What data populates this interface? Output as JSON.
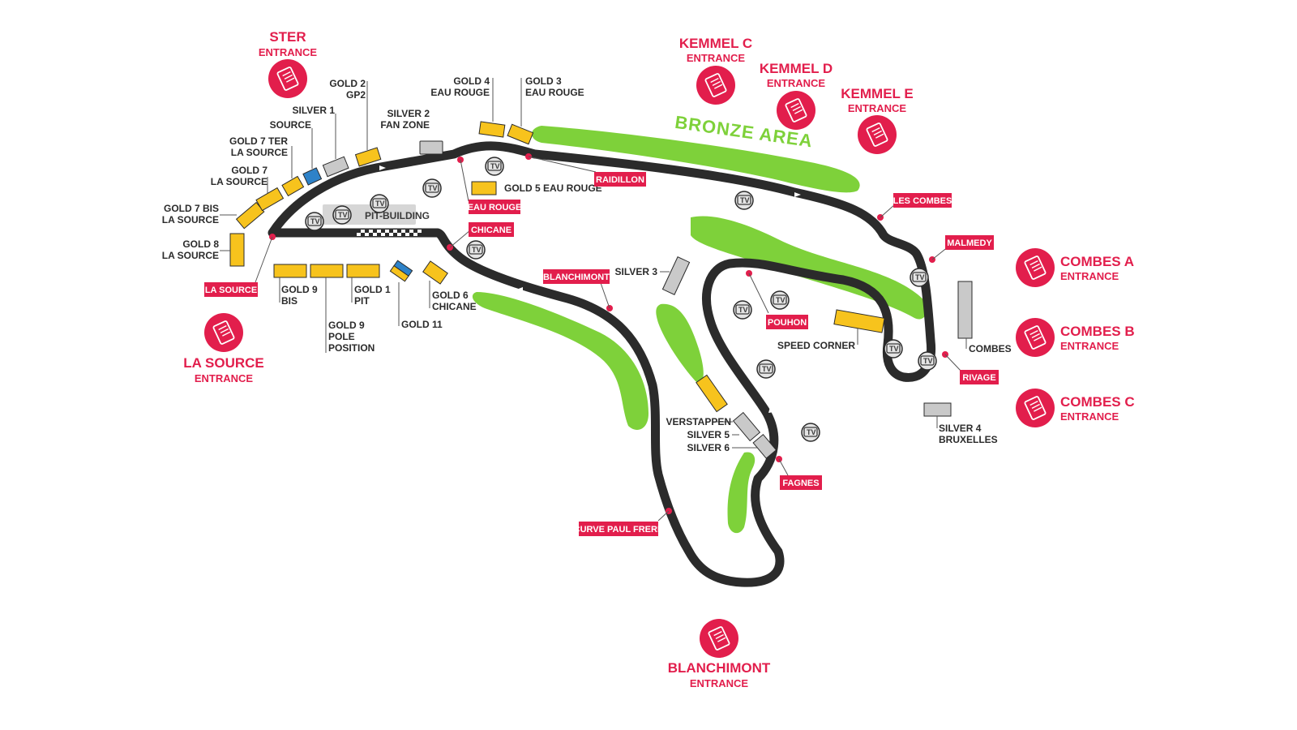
{
  "colors": {
    "track": "#2b2b2b",
    "gold": "#f7c31d",
    "silver": "#c9c9c9",
    "source_blue": "#2e82c8",
    "green": "#7ed13a",
    "accent": "#e21e4c",
    "tv_fill": "#e4e4e4",
    "pit_building": "#d6d6d6"
  },
  "bronze_area": "BRONZE AREA",
  "pit_building": "PIT-BUILDING",
  "tv_label": "TV",
  "entrances": [
    {
      "id": "ster",
      "name": "STER",
      "sub": "ENTRANCE",
      "icon": "ticket-icon"
    },
    {
      "id": "la-source",
      "name": "LA SOURCE",
      "sub": "ENTRANCE",
      "icon": "ticket-icon"
    },
    {
      "id": "kemmel-c",
      "name": "KEMMEL C",
      "sub": "ENTRANCE",
      "icon": "ticket-icon"
    },
    {
      "id": "kemmel-d",
      "name": "KEMMEL D",
      "sub": "ENTRANCE",
      "icon": "ticket-icon"
    },
    {
      "id": "kemmel-e",
      "name": "KEMMEL E",
      "sub": "ENTRANCE",
      "icon": "ticket-icon"
    },
    {
      "id": "combes-a",
      "name": "COMBES A",
      "sub": "ENTRANCE",
      "icon": "ticket-icon"
    },
    {
      "id": "combes-b",
      "name": "COMBES B",
      "sub": "ENTRANCE",
      "icon": "ticket-icon"
    },
    {
      "id": "combes-c",
      "name": "COMBES C",
      "sub": "ENTRANCE",
      "icon": "ticket-icon"
    },
    {
      "id": "blanchimont",
      "name": "BLANCHIMONT",
      "sub": "ENTRANCE",
      "icon": "ticket-icon"
    }
  ],
  "corners": [
    {
      "id": "la-source",
      "label": "LA SOURCE"
    },
    {
      "id": "eau-rouge",
      "label": "EAU ROUGE"
    },
    {
      "id": "raidillon",
      "label": "RAIDILLON"
    },
    {
      "id": "chicane",
      "label": "CHICANE"
    },
    {
      "id": "blanchimont",
      "label": "BLANCHIMONT"
    },
    {
      "id": "les-combes",
      "label": "LES COMBES"
    },
    {
      "id": "malmedy",
      "label": "MALMEDY"
    },
    {
      "id": "pouhon",
      "label": "POUHON"
    },
    {
      "id": "rivage",
      "label": "RIVAGE"
    },
    {
      "id": "fagnes",
      "label": "FAGNES"
    },
    {
      "id": "curve-paul-frere",
      "label": "CURVE PAUL FRERE"
    }
  ],
  "grandstands": [
    {
      "id": "gold-8",
      "type": "gold",
      "lines": [
        "GOLD 8",
        "LA SOURCE"
      ]
    },
    {
      "id": "gold-7-bis",
      "type": "gold",
      "lines": [
        "GOLD 7 BIS",
        "LA SOURCE"
      ]
    },
    {
      "id": "gold-7",
      "type": "gold",
      "lines": [
        "GOLD 7",
        "LA SOURCE"
      ]
    },
    {
      "id": "gold-7-ter",
      "type": "gold",
      "lines": [
        "GOLD 7 TER",
        "LA SOURCE"
      ]
    },
    {
      "id": "source",
      "type": "blue",
      "lines": [
        "SOURCE"
      ]
    },
    {
      "id": "silver-1",
      "type": "silver",
      "lines": [
        "SILVER  1"
      ]
    },
    {
      "id": "gold-2",
      "type": "gold",
      "lines": [
        "GOLD  2",
        "GP2"
      ]
    },
    {
      "id": "silver-2",
      "type": "silver",
      "lines": [
        "SILVER 2",
        "FAN ZONE"
      ]
    },
    {
      "id": "gold-4",
      "type": "gold",
      "lines": [
        "GOLD 4",
        "EAU ROUGE"
      ]
    },
    {
      "id": "gold-3",
      "type": "gold",
      "lines": [
        "GOLD  3",
        "EAU ROUGE"
      ]
    },
    {
      "id": "gold-5",
      "type": "gold",
      "lines": [
        "GOLD 5 EAU ROUGE"
      ]
    },
    {
      "id": "gold-9-bis",
      "type": "gold",
      "lines": [
        "GOLD 9",
        "BIS"
      ]
    },
    {
      "id": "gold-9-pole",
      "type": "gold",
      "lines": [
        "GOLD 9",
        "POLE",
        "POSITION"
      ]
    },
    {
      "id": "gold-1-pit",
      "type": "gold",
      "lines": [
        "GOLD 1",
        "PIT"
      ]
    },
    {
      "id": "gold-11",
      "type": "blue",
      "lines": [
        "GOLD 11"
      ]
    },
    {
      "id": "gold-6",
      "type": "gold",
      "lines": [
        "GOLD 6",
        "CHICANE"
      ]
    },
    {
      "id": "silver-3",
      "type": "silver",
      "lines": [
        "SILVER 3"
      ]
    },
    {
      "id": "speed-corner",
      "type": "gold",
      "lines": [
        "SPEED CORNER"
      ]
    },
    {
      "id": "combes",
      "type": "silver",
      "lines": [
        "COMBES"
      ]
    },
    {
      "id": "silver-4",
      "type": "silver",
      "lines": [
        "SILVER 4",
        "BRUXELLES"
      ]
    },
    {
      "id": "verstappen",
      "type": "gold",
      "lines": [
        "VERSTAPPEN"
      ]
    },
    {
      "id": "silver-5",
      "type": "silver",
      "lines": [
        "SILVER 5"
      ]
    },
    {
      "id": "silver-6",
      "type": "silver",
      "lines": [
        "SILVER 6"
      ]
    }
  ]
}
